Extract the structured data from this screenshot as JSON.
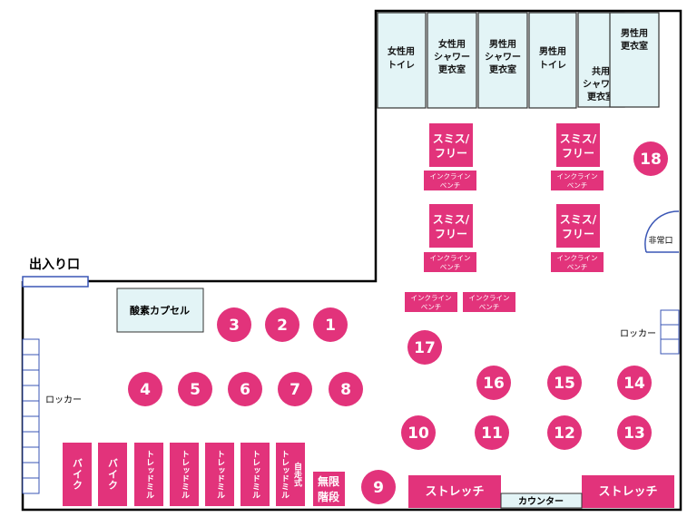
{
  "entrance_label": "出入り口",
  "emergency_exit_label": "非常口",
  "oxygen_capsule_label": "酸素カプセル",
  "locker_left_label": "ロッカー",
  "locker_right_label": "ロッカー",
  "counter_label": "カウンター",
  "rooms": [
    {
      "lines": [
        "女性用",
        "トイレ"
      ]
    },
    {
      "lines": [
        "女性用",
        "シャワー",
        "更衣室"
      ]
    },
    {
      "lines": [
        "男性用",
        "シャワー",
        "更衣室"
      ]
    },
    {
      "lines": [
        "男性用",
        "トイレ"
      ]
    },
    {
      "lines": [
        "共用",
        "シャワー",
        "更衣室"
      ]
    },
    {
      "lines": [
        "男性用",
        "更衣室"
      ]
    }
  ],
  "smith": {
    "lines": [
      "スミス/",
      "フリー"
    ]
  },
  "incline_bench": {
    "lines": [
      "インクライン",
      "ベンチ"
    ]
  },
  "stretch_label": "ストレッチ",
  "bike_label": "バイク",
  "treadmill_label": "トレッドミル",
  "self_run_treadmill": {
    "line1": "トレッドミル",
    "line2": "自走式"
  },
  "stairs": {
    "lines": [
      "無限",
      "階段"
    ]
  },
  "stations": [
    "1",
    "2",
    "3",
    "4",
    "5",
    "6",
    "7",
    "8",
    "9",
    "10",
    "11",
    "12",
    "13",
    "14",
    "15",
    "16",
    "17",
    "18"
  ],
  "colors": {
    "accent": "#e2337b",
    "room_fill": "#e3f4f6",
    "locker_stroke": "#3a56b5"
  }
}
